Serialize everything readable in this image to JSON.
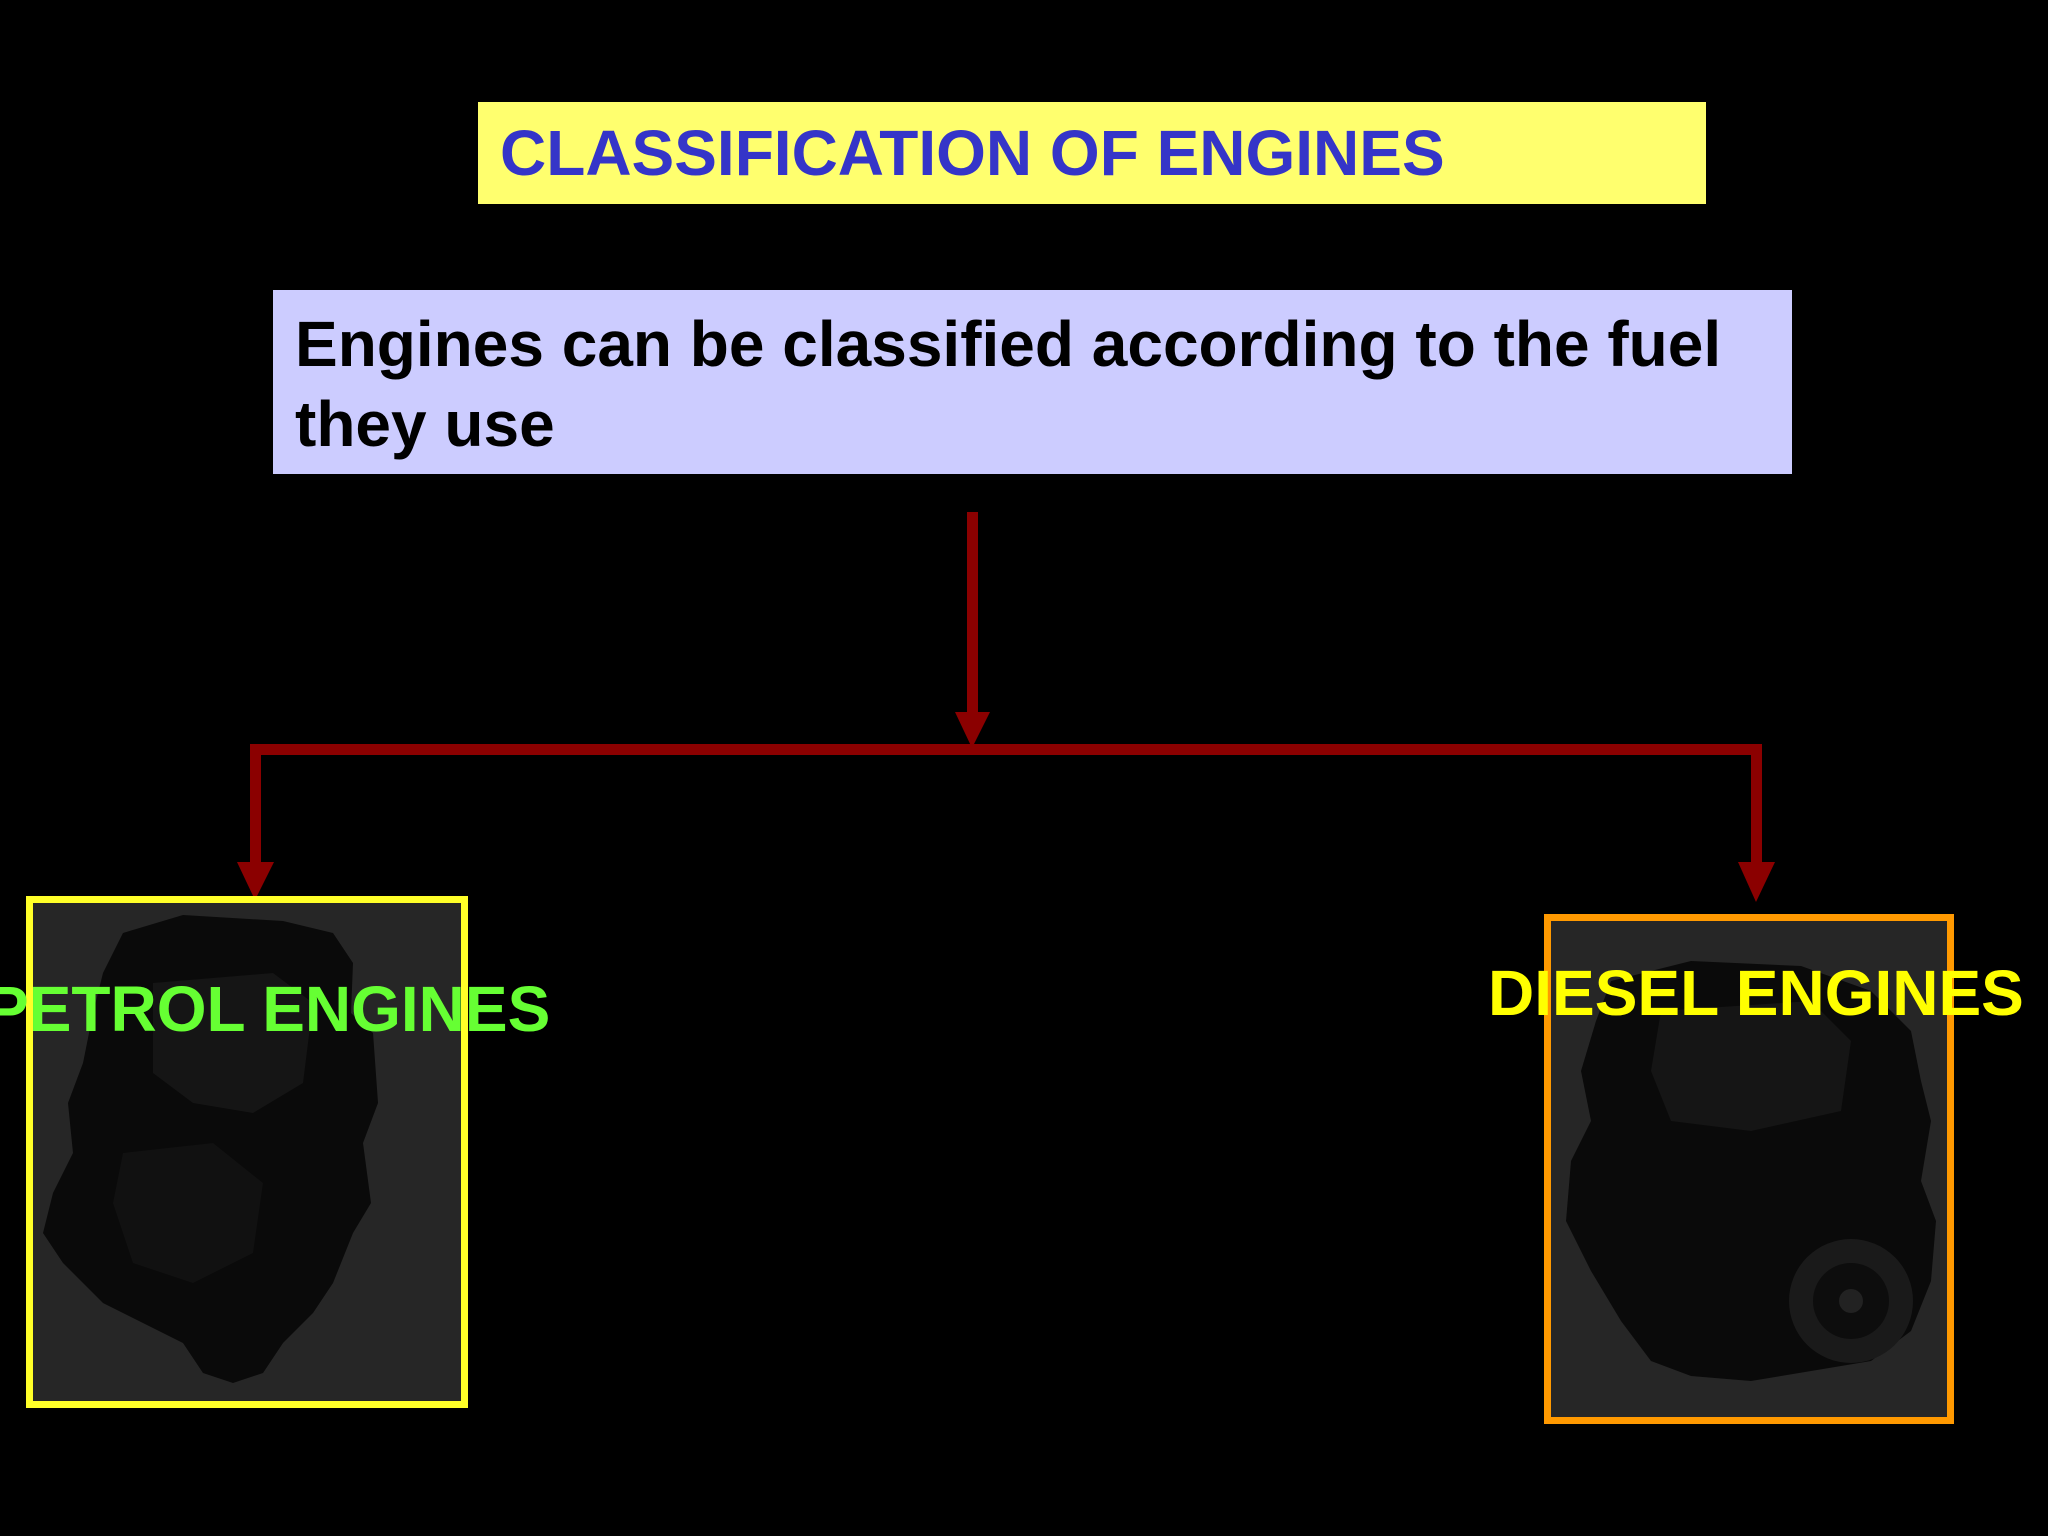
{
  "title": "CLASSIFICATION OF ENGINES",
  "description": "Engines can be classified according to the fuel they use",
  "branches": {
    "petrol": "PETROL ENGINES",
    "diesel": "DIESEL ENGINES"
  },
  "colors": {
    "background": "#000000",
    "title_box": "#ffff6e",
    "title_text": "#3535c8",
    "description_box": "#ccccff",
    "connector": "#8b0000",
    "petrol_frame": "#ffff28",
    "petrol_label": "#66ff33",
    "diesel_frame": "#ff9900",
    "diesel_label": "#ffff00"
  }
}
